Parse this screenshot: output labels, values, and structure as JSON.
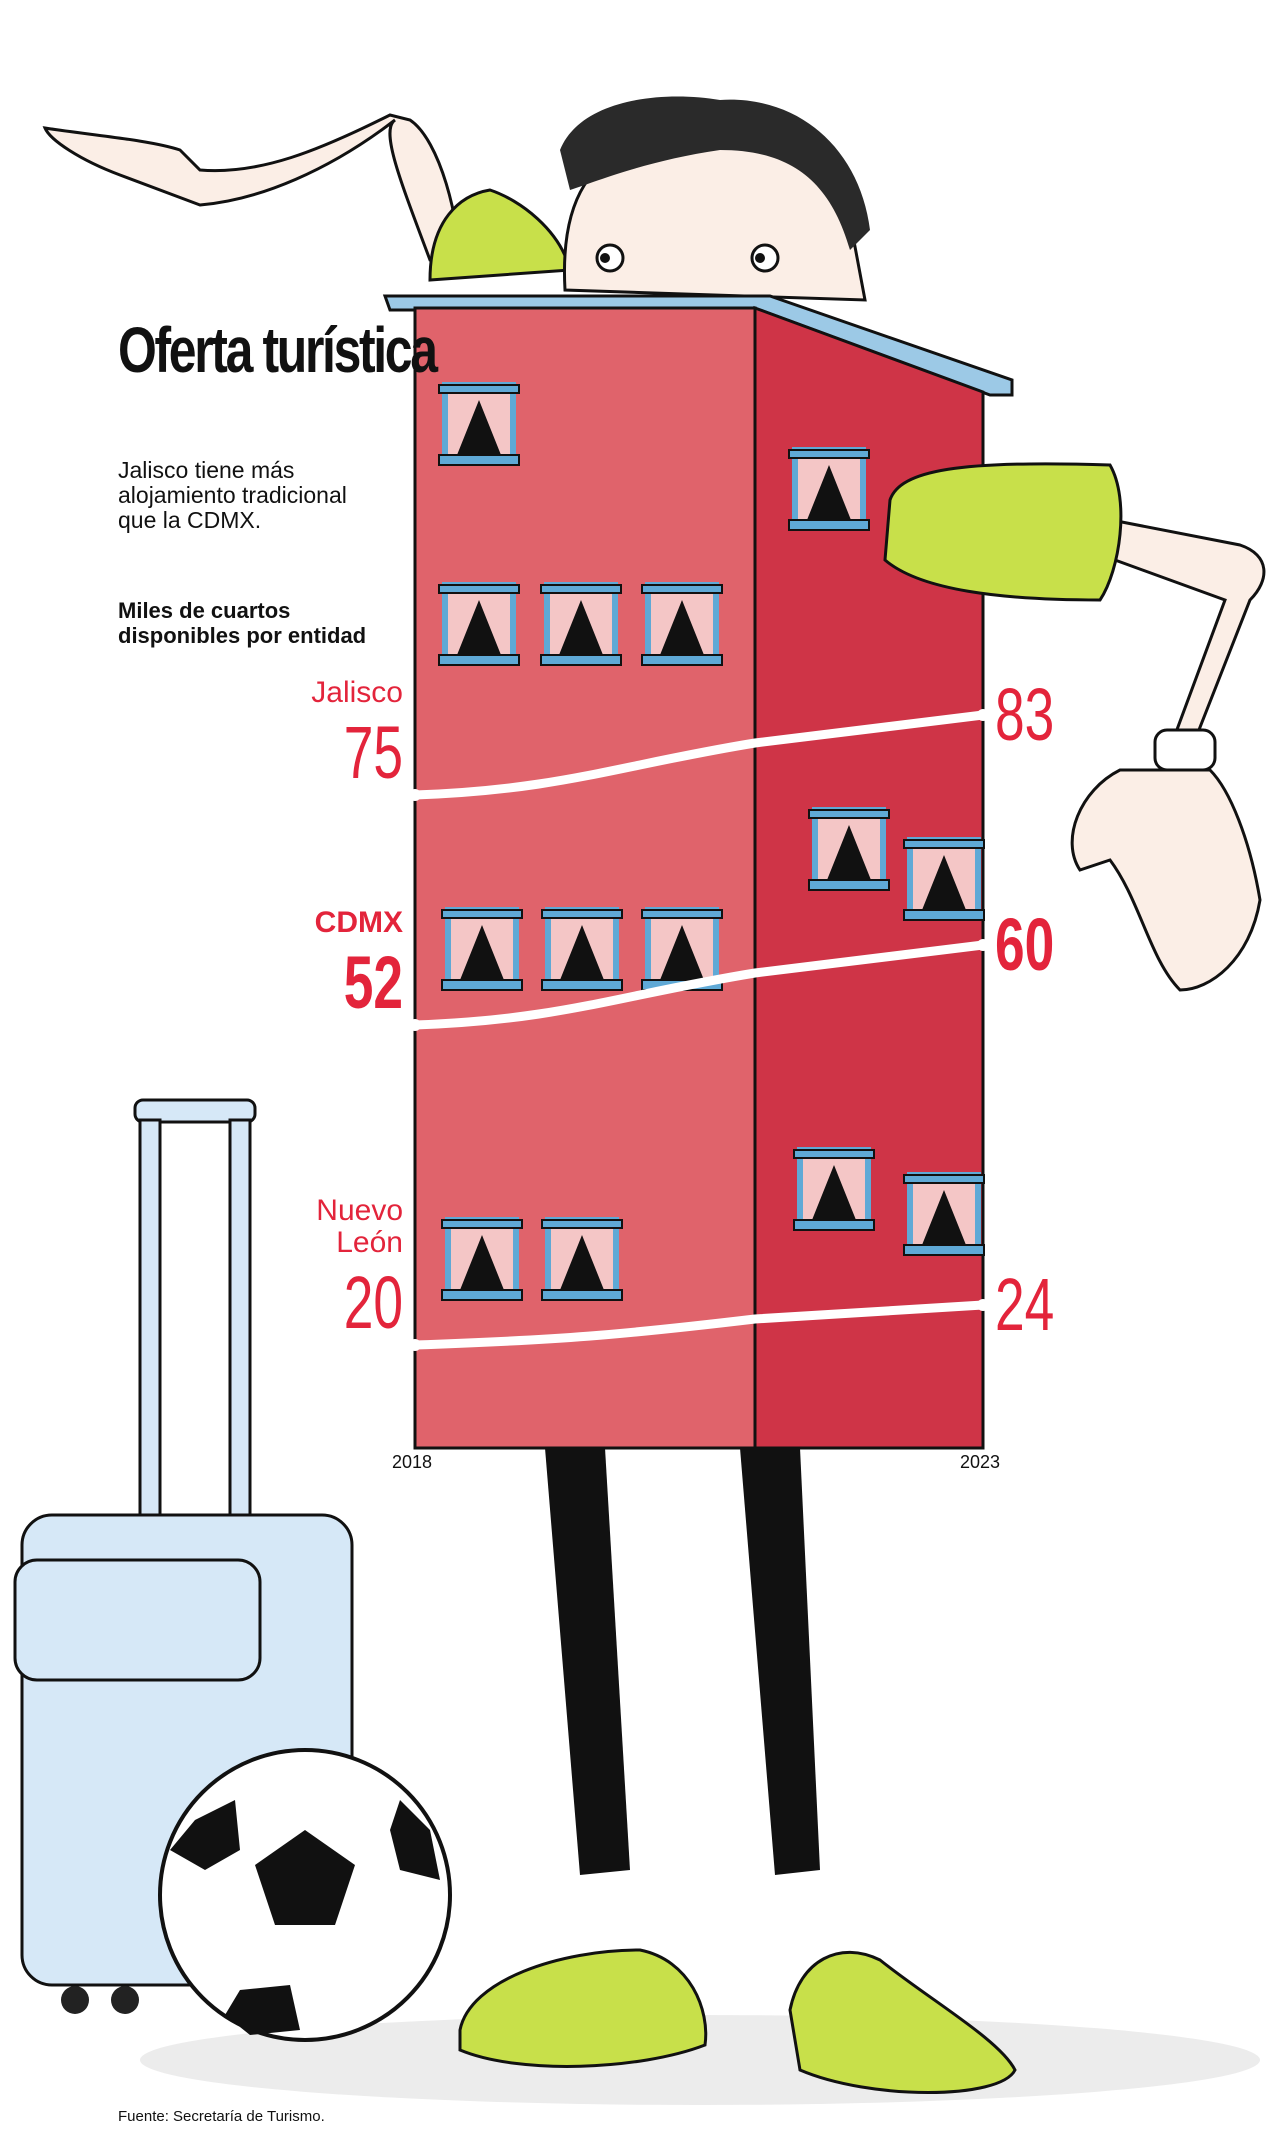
{
  "header": {
    "title": "Oferta turística",
    "subtitle": "Jalisco tiene más alojamiento tradicional que la CDMX.",
    "unit_label": "Miles de cuartos disponibles por entidad"
  },
  "footer": {
    "source": "Fuente: Secretaría de Turismo."
  },
  "colors": {
    "accent": "#e3243b",
    "building_front": "#e0636b",
    "building_side": "#cf3447",
    "sign": "#d6e8f7",
    "shoes": "#c8e04a"
  },
  "chart_data": {
    "type": "line",
    "subtype": "slope",
    "title": "Oferta turística",
    "ylabel": "Miles de cuartos disponibles por entidad",
    "x": [
      "2018",
      "2023"
    ],
    "series": [
      {
        "name": "Jalisco",
        "values": [
          75,
          83
        ],
        "label_start": "75",
        "label_end": "83",
        "emphasis": false
      },
      {
        "name": "CDMX",
        "values": [
          52,
          60
        ],
        "label_start": "52",
        "label_end": "60",
        "emphasis": true
      },
      {
        "name": "Nuevo León",
        "values": [
          20,
          24
        ],
        "label_start": "20",
        "label_end": "24",
        "emphasis": false
      }
    ],
    "grid": false,
    "legend": "inline-left"
  }
}
